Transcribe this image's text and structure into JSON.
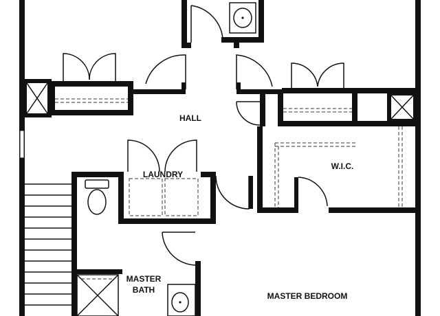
{
  "rooms": {
    "hall": "HALL",
    "laundry": "LAUNDRY",
    "wic": "W.I.C.",
    "master_bath_line1": "MASTER",
    "master_bath_line2": "BATH",
    "master_bedroom": "MASTER BEDROOM"
  },
  "colors": {
    "wall": "#111111",
    "background": "#ffffff"
  }
}
